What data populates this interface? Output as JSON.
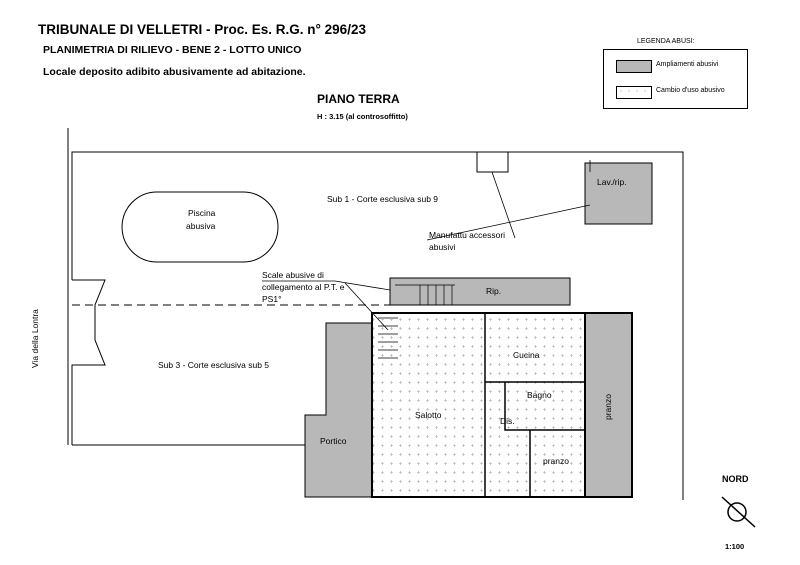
{
  "header": {
    "title": "TRIBUNALE DI VELLETRI - Proc. Es. R.G. n° 296/23",
    "subtitle": "PLANIMETRIA DI RILIEVO - BENE 2 - LOTTO UNICO",
    "description": "Locale deposito adibito abusivamente ad abitazione.",
    "floor": "PIANO TERRA",
    "height": "H : 3.15 (al controsoffitto)"
  },
  "legend": {
    "title": "LEGENDA ABUSI:",
    "items": [
      {
        "label": "Ampliamenti abusivi",
        "color": "#b8b8b8"
      },
      {
        "label": "Cambio d'uso abusivo",
        "color": "#ffffff"
      }
    ]
  },
  "plan": {
    "street": "Via della Lontra",
    "sub1": "Sub 1 - Corte esclusiva sub 9",
    "sub3": "Sub 3 - Corte esclusiva sub 5",
    "pool_line1": "Piscina",
    "pool_line2": "abusiva",
    "lav": "Lav./rip.",
    "manufatti_line1": "Manufattu accessori",
    "manufatti_line2": "abusivi",
    "stairs_line1": "Scale abusive di",
    "stairs_line2": "collegamento al P.T. e",
    "stairs_line3": "PS1°",
    "rip": "Rip.",
    "cucina": "Cucina",
    "bagno": "Bagno",
    "dis": "Dis.",
    "salotto": "Salotto",
    "portico": "Portico",
    "pranzo": "pranzo",
    "pranzo_side": "pranzo"
  },
  "compass": {
    "north": "NORD",
    "scale": "1:100"
  }
}
